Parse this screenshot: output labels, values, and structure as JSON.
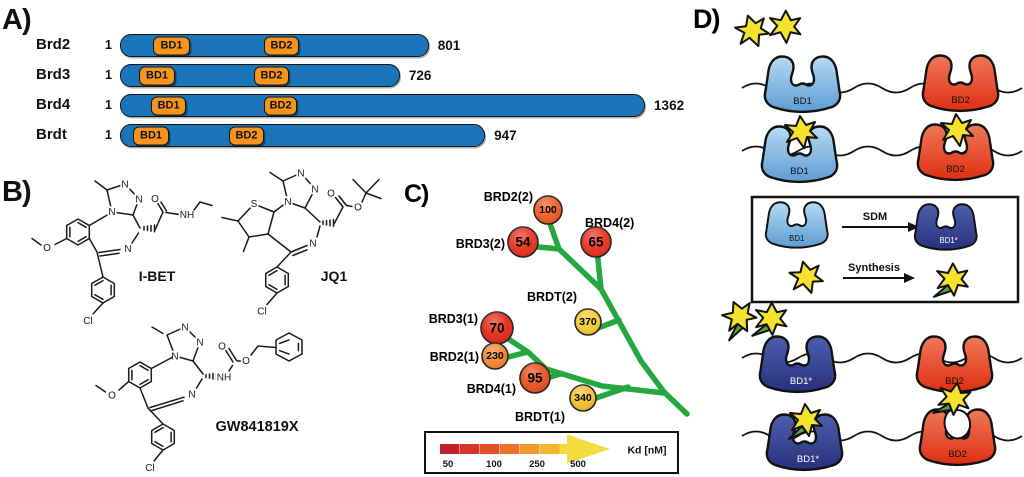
{
  "figure": {
    "panel_a_label": "A)",
    "panel_b_label": "B)",
    "panel_c_label": "C)",
    "panel_d_label": "D)"
  },
  "panelA": {
    "start_label": "1",
    "bd1_label": "BD1",
    "bd2_label": "BD2",
    "bar_color": "#1b75bb",
    "domain_color": "#f7941e",
    "proteins": [
      {
        "name": "Brd2",
        "length": 801,
        "bd1": [
          83,
          179
        ],
        "bd2": [
          371,
          462
        ]
      },
      {
        "name": "Brd3",
        "length": 726,
        "bd1": [
          47,
          140
        ],
        "bd2": [
          345,
          436
        ]
      },
      {
        "name": "Brd4",
        "length": 1362,
        "bd1": [
          78,
          169
        ],
        "bd2": [
          371,
          457
        ]
      },
      {
        "name": "Brdt",
        "length": 947,
        "bd1": [
          31,
          125
        ],
        "bd2": [
          280,
          371
        ]
      }
    ]
  },
  "panelB": {
    "molecules": [
      {
        "name": "I-BET",
        "atoms": {
          "n1": "N",
          "n3": "N",
          "n4": "N",
          "o_methoxy": "O",
          "n_imine": "N",
          "o_carbonyl": "O",
          "nh": "NH",
          "cl": "Cl"
        }
      },
      {
        "name": "JQ1",
        "atoms": {
          "s": "S",
          "n1": "N",
          "n3": "N",
          "n4": "N",
          "n_imine": "N",
          "o_carbonyl": "O",
          "o_ester": "O",
          "cl": "Cl"
        }
      },
      {
        "name": "GW841819X",
        "atoms": {
          "n1": "N",
          "n3": "N",
          "n4": "N",
          "o_methoxy": "O",
          "n_imine": "N",
          "nh": "NH",
          "o_carbonyl": "O",
          "o_ester": "O",
          "cl": "Cl"
        }
      }
    ]
  },
  "panelC": {
    "tree_color": "#23a73e",
    "nodes": [
      {
        "label": "BRD2(2)",
        "kd": "100",
        "color": "#ee5a24"
      },
      {
        "label": "BRD3(2)",
        "kd": "54",
        "color": "#e8301d"
      },
      {
        "label": "BRD4(2)",
        "kd": "65",
        "color": "#e8301d"
      },
      {
        "label": "BRDT(2)",
        "kd": "370",
        "color": "#f3cb2f"
      },
      {
        "label": "BRD3(1)",
        "kd": "70",
        "color": "#e52719"
      },
      {
        "label": "BRD2(1)",
        "kd": "230",
        "color": "#f0862e"
      },
      {
        "label": "BRD4(1)",
        "kd": "95",
        "color": "#e94e1d"
      },
      {
        "label": "BRDT(1)",
        "kd": "340",
        "color": "#f3c02c"
      }
    ],
    "legend": {
      "title": "Kd [nM]",
      "ticks": [
        "50",
        "100",
        "250",
        "500"
      ],
      "colors": [
        "#c2202a",
        "#d4372a",
        "#e2502a",
        "#ec722d",
        "#f0962f",
        "#f2b62f"
      ],
      "arrow_color": "#f2dc40"
    }
  },
  "panelD": {
    "bd1": "BD1",
    "bd2": "BD2",
    "bd1_mut": "BD1*",
    "sdm_label": "SDM",
    "synthesis_label": "Synthesis"
  }
}
